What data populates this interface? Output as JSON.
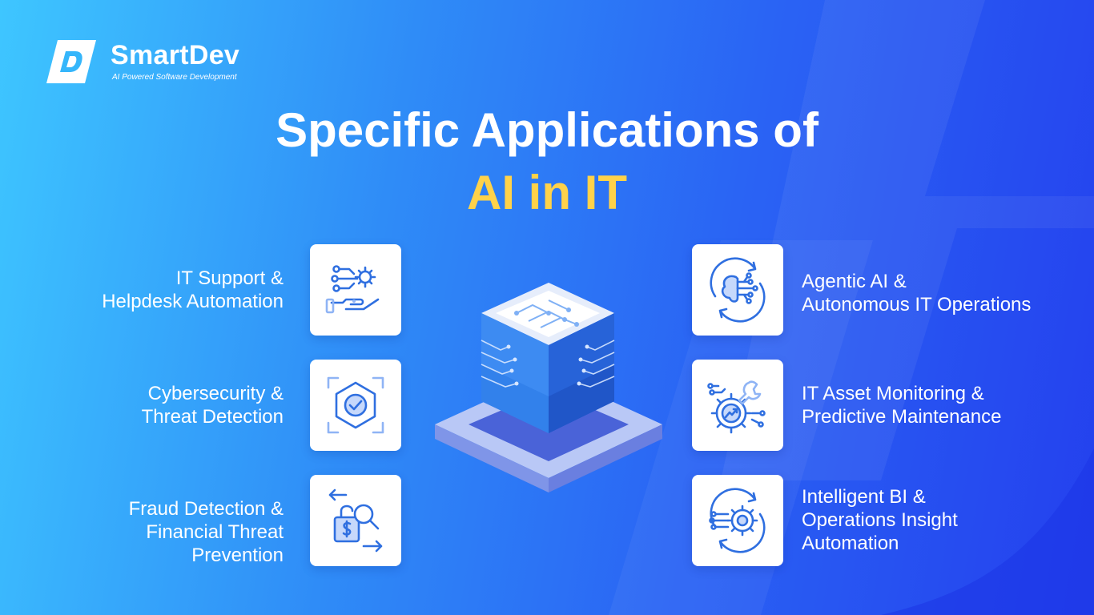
{
  "brand": {
    "name": "SmartDev",
    "tagline": "AI Powered Software Development"
  },
  "title": {
    "line1": "Specific Applications of",
    "line2": "AI in IT"
  },
  "colors": {
    "accent": "#ffd24a",
    "icon": "#2f6fe0",
    "icon_light": "#8fb4f5"
  },
  "applications_left": [
    {
      "label": "IT Support &\nHelpdesk Automation",
      "icon": "gear-hand-icon"
    },
    {
      "label": "Cybersecurity &\nThreat Detection",
      "icon": "shield-check-icon"
    },
    {
      "label": "Fraud Detection &\nFinancial Threat\nPrevention",
      "icon": "lock-dollar-search-icon"
    }
  ],
  "applications_right": [
    {
      "label": "Agentic AI &\nAutonomous IT Operations",
      "icon": "ai-brain-icon"
    },
    {
      "label": "IT Asset Monitoring &\nPredictive Maintenance",
      "icon": "gear-wrench-icon"
    },
    {
      "label": "Intelligent BI &\nOperations Insight\nAutomation",
      "icon": "gear-cycle-icon"
    }
  ]
}
